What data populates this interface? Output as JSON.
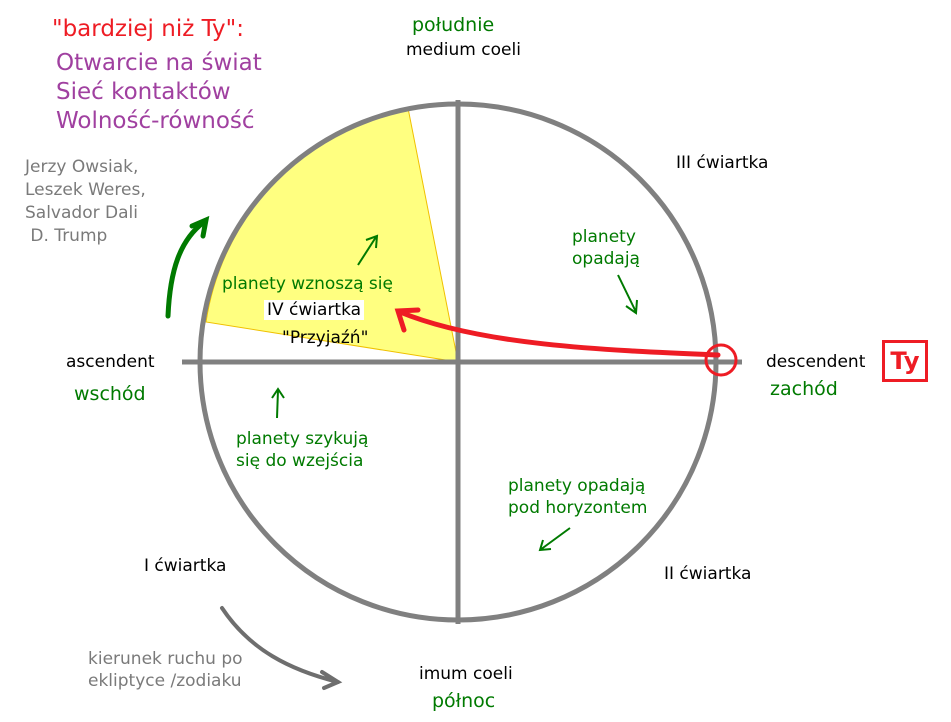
{
  "header": {
    "quote": "\"bardziej niż Ty\":",
    "traits": [
      "Otwarcie na świat",
      "Sieć kontaktów",
      "Wolność-równość"
    ]
  },
  "people": [
    "Jerzy Owsiak,",
    "Leszek Weres,",
    "Salvador Dali",
    " D. Trump"
  ],
  "directions": {
    "south": "południe",
    "mc": "medium coeli",
    "north": "północ",
    "ic": "imum coeli",
    "east": "wschód",
    "asc": "ascendent",
    "west": "zachód",
    "desc": "descendent"
  },
  "quarters": {
    "q1": "I ćwiartka",
    "q2": "II ćwiartka",
    "q3": "III ćwiartka",
    "q4": "IV ćwiartka",
    "q4_name": "\"Przyjaźń\""
  },
  "notes": {
    "rising": "planety wznoszą się",
    "falling": [
      "planety",
      "opadają"
    ],
    "below": [
      "planety opadają",
      "pod horyzontem"
    ],
    "preparing": [
      "planety szykują",
      "się do wzejścia"
    ],
    "motion": [
      "kierunek ruchu po",
      "ekliptyce /zodiaku"
    ]
  },
  "you": "Ty",
  "colors": {
    "highlight": "#ffff80",
    "accent": "#ee1c24",
    "green": "#007a00"
  }
}
